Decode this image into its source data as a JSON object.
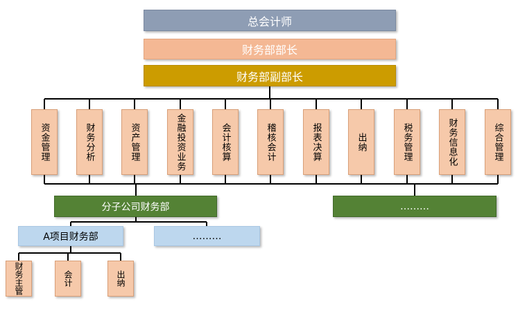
{
  "chart": {
    "top": "总会计师",
    "mid": "财务部部长",
    "vice": "财务部副部长",
    "departments": [
      "资金管理",
      "财务分析",
      "资产管理",
      "金融投资业务",
      "会计核算",
      "稽核会计",
      "报表决算",
      "出纳",
      "税务管理",
      "财务信息化",
      "综合管理"
    ],
    "subsidiary": "分子公司财务部",
    "subsidiary_other": "………",
    "project": "A项目财务部",
    "project_other": "………",
    "project_roles": [
      "财务主管",
      "会计",
      "出纳"
    ]
  }
}
